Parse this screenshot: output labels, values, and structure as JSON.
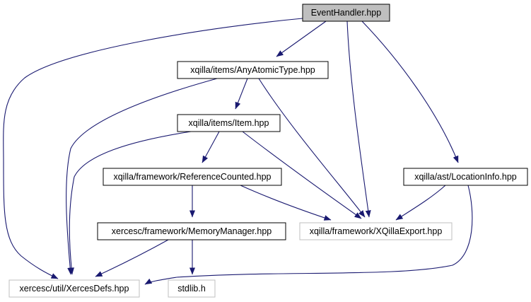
{
  "colors": {
    "edge": "#191970",
    "border": "#000000",
    "external_border": "#bfbfbf",
    "root_fill": "#bfbfbf",
    "fill": "#ffffff"
  },
  "nodes": {
    "event_handler": {
      "label": "EventHandler.hpp",
      "kind": "root"
    },
    "any_atomic_type": {
      "label": "xqilla/items/AnyAtomicType.hpp",
      "kind": "header"
    },
    "item": {
      "label": "xqilla/items/Item.hpp",
      "kind": "header"
    },
    "reference_counted": {
      "label": "xqilla/framework/ReferenceCounted.hpp",
      "kind": "header"
    },
    "memory_manager": {
      "label": "xercesc/framework/MemoryManager.hpp",
      "kind": "header"
    },
    "location_info": {
      "label": "xqilla/ast/LocationInfo.hpp",
      "kind": "header"
    },
    "xqilla_export": {
      "label": "xqilla/framework/XQillaExport.hpp",
      "kind": "external"
    },
    "xerces_defs": {
      "label": "xercesc/util/XercesDefs.hpp",
      "kind": "external"
    },
    "stdlib": {
      "label": "stdlib.h",
      "kind": "external"
    }
  },
  "edges": [
    {
      "from": "event_handler",
      "to": "any_atomic_type"
    },
    {
      "from": "event_handler",
      "to": "xerces_defs"
    },
    {
      "from": "event_handler",
      "to": "xqilla_export"
    },
    {
      "from": "event_handler",
      "to": "location_info"
    },
    {
      "from": "any_atomic_type",
      "to": "item"
    },
    {
      "from": "any_atomic_type",
      "to": "xerces_defs"
    },
    {
      "from": "any_atomic_type",
      "to": "xqilla_export"
    },
    {
      "from": "item",
      "to": "reference_counted"
    },
    {
      "from": "item",
      "to": "xerces_defs"
    },
    {
      "from": "item",
      "to": "xqilla_export"
    },
    {
      "from": "reference_counted",
      "to": "memory_manager"
    },
    {
      "from": "reference_counted",
      "to": "xqilla_export"
    },
    {
      "from": "memory_manager",
      "to": "xerces_defs"
    },
    {
      "from": "memory_manager",
      "to": "stdlib"
    },
    {
      "from": "location_info",
      "to": "xqilla_export"
    },
    {
      "from": "location_info",
      "to": "xerces_defs"
    }
  ]
}
